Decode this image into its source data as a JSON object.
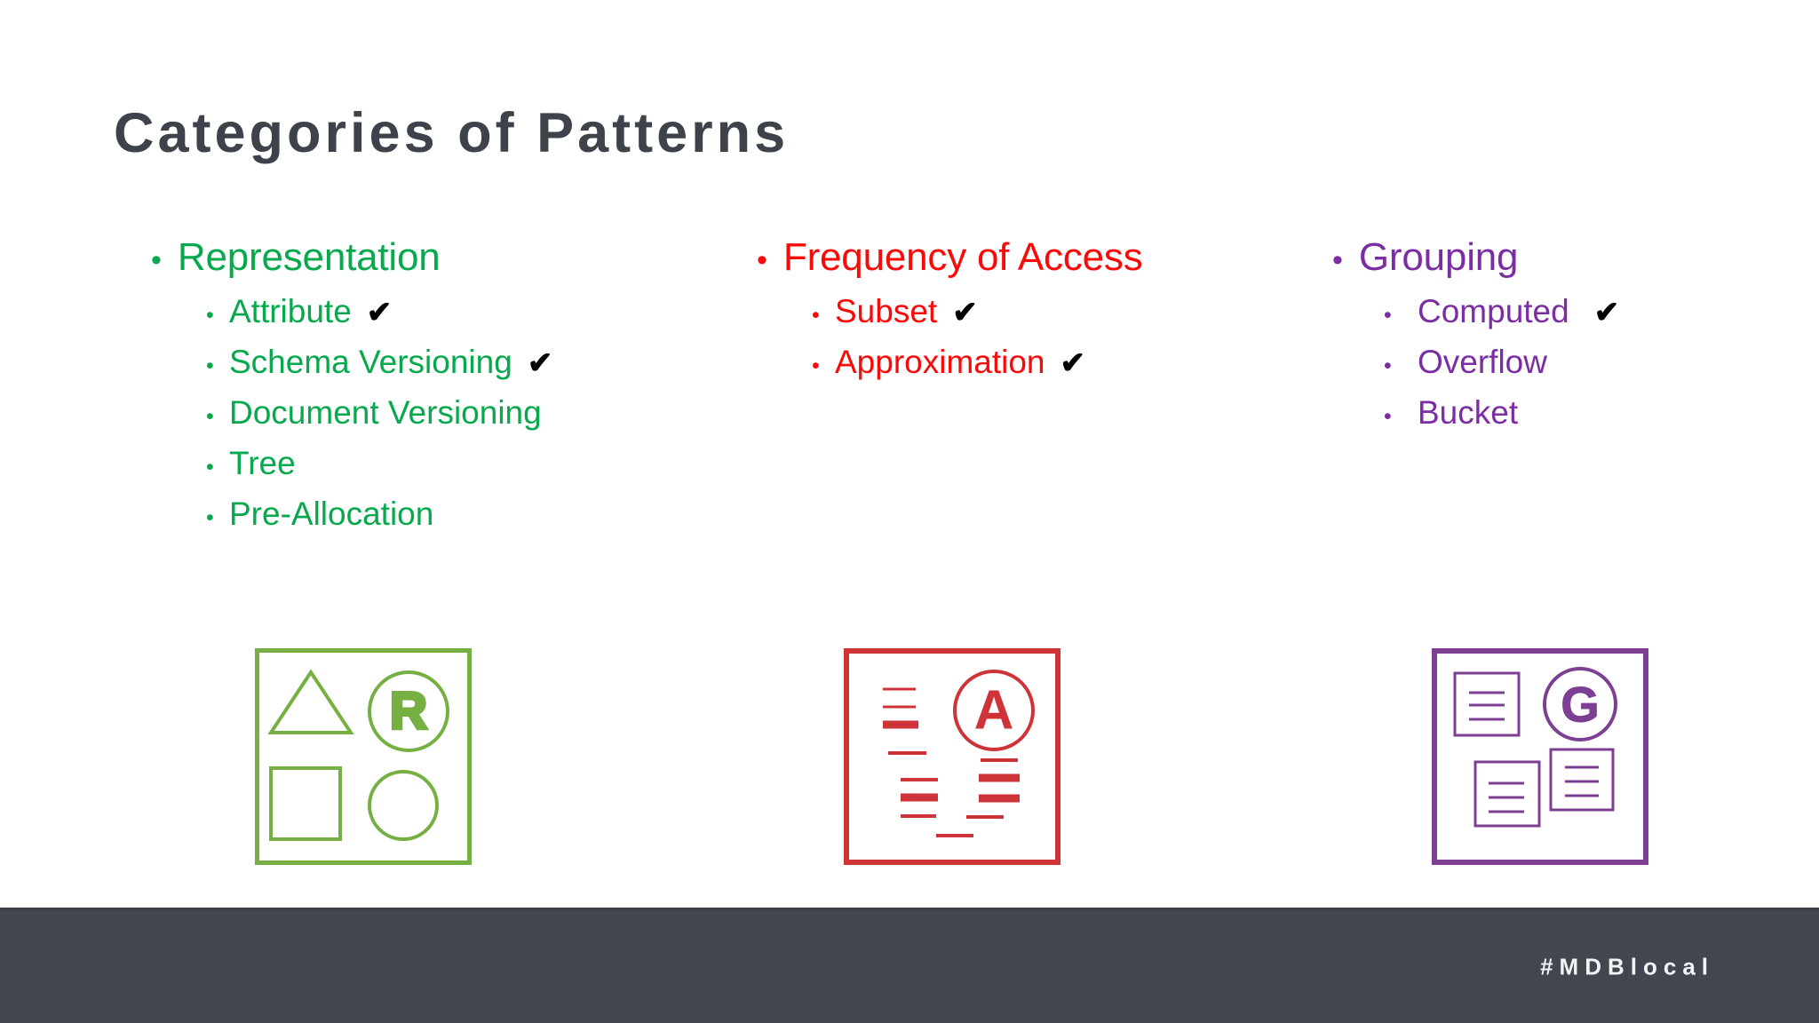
{
  "slide": {
    "title": "Categories of Patterns",
    "title_color": "#3e434b",
    "background": "#ffffff"
  },
  "columns": [
    {
      "id": "representation",
      "label": "Representation",
      "color": "#07a94c",
      "bullet": "•",
      "items": [
        {
          "label": "Attribute",
          "check": "✔"
        },
        {
          "label": "Schema Versioning",
          "check": "✔"
        },
        {
          "label": "Document Versioning",
          "check": ""
        },
        {
          "label": "Tree",
          "check": ""
        },
        {
          "label": "Pre-Allocation",
          "check": ""
        }
      ],
      "icon": {
        "name": "representation-shapes-icon",
        "letter": "R",
        "color": "#76b043"
      }
    },
    {
      "id": "frequency",
      "label": "Frequency of Access",
      "color": "#f90a08",
      "bullet": "•",
      "items": [
        {
          "label": "Subset",
          "check": "✔"
        },
        {
          "label": "Approximation",
          "check": "✔"
        }
      ],
      "icon": {
        "name": "frequency-document-icon",
        "letter": "A",
        "color": "#ce3338"
      }
    },
    {
      "id": "grouping",
      "label": "Grouping",
      "color": "#7b2da4",
      "bullet": "•",
      "items": [
        {
          "label": "Computed",
          "check": "✔"
        },
        {
          "label": "Overflow",
          "check": ""
        },
        {
          "label": "Bucket",
          "check": ""
        }
      ],
      "icon": {
        "name": "grouping-boxes-icon",
        "letter": "G",
        "color": "#7c3f92"
      }
    }
  ],
  "footer": {
    "hashtag": "#MDBlocal",
    "background": "#42474f",
    "text_color": "#f2f3f4"
  }
}
